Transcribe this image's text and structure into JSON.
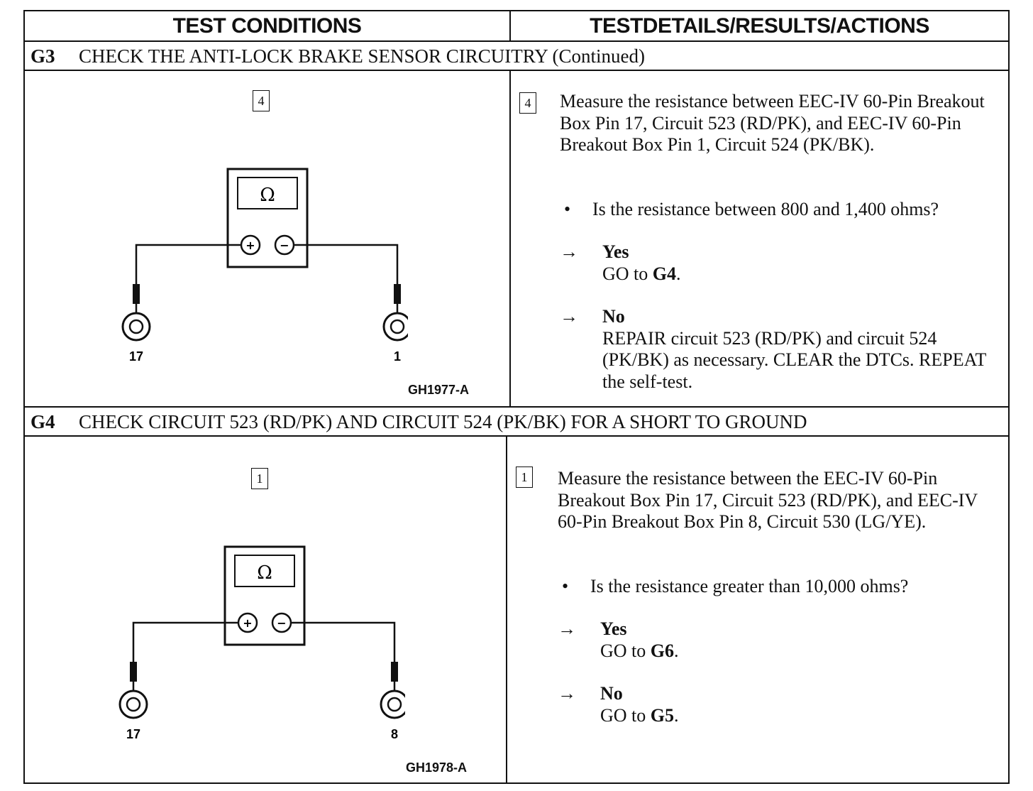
{
  "columns": {
    "left_header": "TEST CONDITIONS",
    "right_header": "TESTDETAILS/RESULTS/ACTIONS"
  },
  "sections": [
    {
      "id": "G3",
      "title": "CHECK THE ANTI-LOCK BRAKE SENSOR CIRCUITRY (Continued)",
      "step_number": "4",
      "diagram": {
        "meter_symbol": "Ω",
        "plus_symbol": "+",
        "minus_symbol": "−",
        "left_pin": "17",
        "right_pin": "1",
        "figure_id": "GH1977-A"
      },
      "step_text": "Measure the resistance between EEC-IV 60-Pin Breakout Box Pin 17, Circuit 523 (RD/PK), and EEC-IV 60-Pin Breakout Box Pin 1, Circuit 524 (PK/BK).",
      "bullet": "•",
      "question": "Is the resistance between 800 and 1,400 ohms?",
      "outcomes": [
        {
          "arrow": "→",
          "label": "Yes",
          "action_prefix": "GO to ",
          "action_target": "G4",
          "action_suffix": "."
        },
        {
          "arrow": "→",
          "label": "No",
          "action_prefix": "REPAIR circuit 523 (RD/PK) and circuit 524 (PK/BK) as necessary. CLEAR the DTCs. REPEAT the self-test.",
          "action_target": "",
          "action_suffix": ""
        }
      ]
    },
    {
      "id": "G4",
      "title": "CHECK CIRCUIT 523 (RD/PK) AND CIRCUIT 524 (PK/BK) FOR A SHORT TO GROUND",
      "step_number": "1",
      "diagram": {
        "meter_symbol": "Ω",
        "plus_symbol": "+",
        "minus_symbol": "−",
        "left_pin": "17",
        "right_pin": "8",
        "figure_id": "GH1978-A"
      },
      "step_text": "Measure the resistance between the EEC-IV 60-Pin Breakout Box Pin 17, Circuit 523 (RD/PK), and EEC-IV 60-Pin Breakout Box Pin 8, Circuit 530 (LG/YE).",
      "bullet": "•",
      "question": "Is the resistance greater than 10,000 ohms?",
      "outcomes": [
        {
          "arrow": "→",
          "label": "Yes",
          "action_prefix": "GO to ",
          "action_target": "G6",
          "action_suffix": "."
        },
        {
          "arrow": "→",
          "label": "No",
          "action_prefix": "GO to ",
          "action_target": "G5",
          "action_suffix": "."
        }
      ]
    }
  ]
}
